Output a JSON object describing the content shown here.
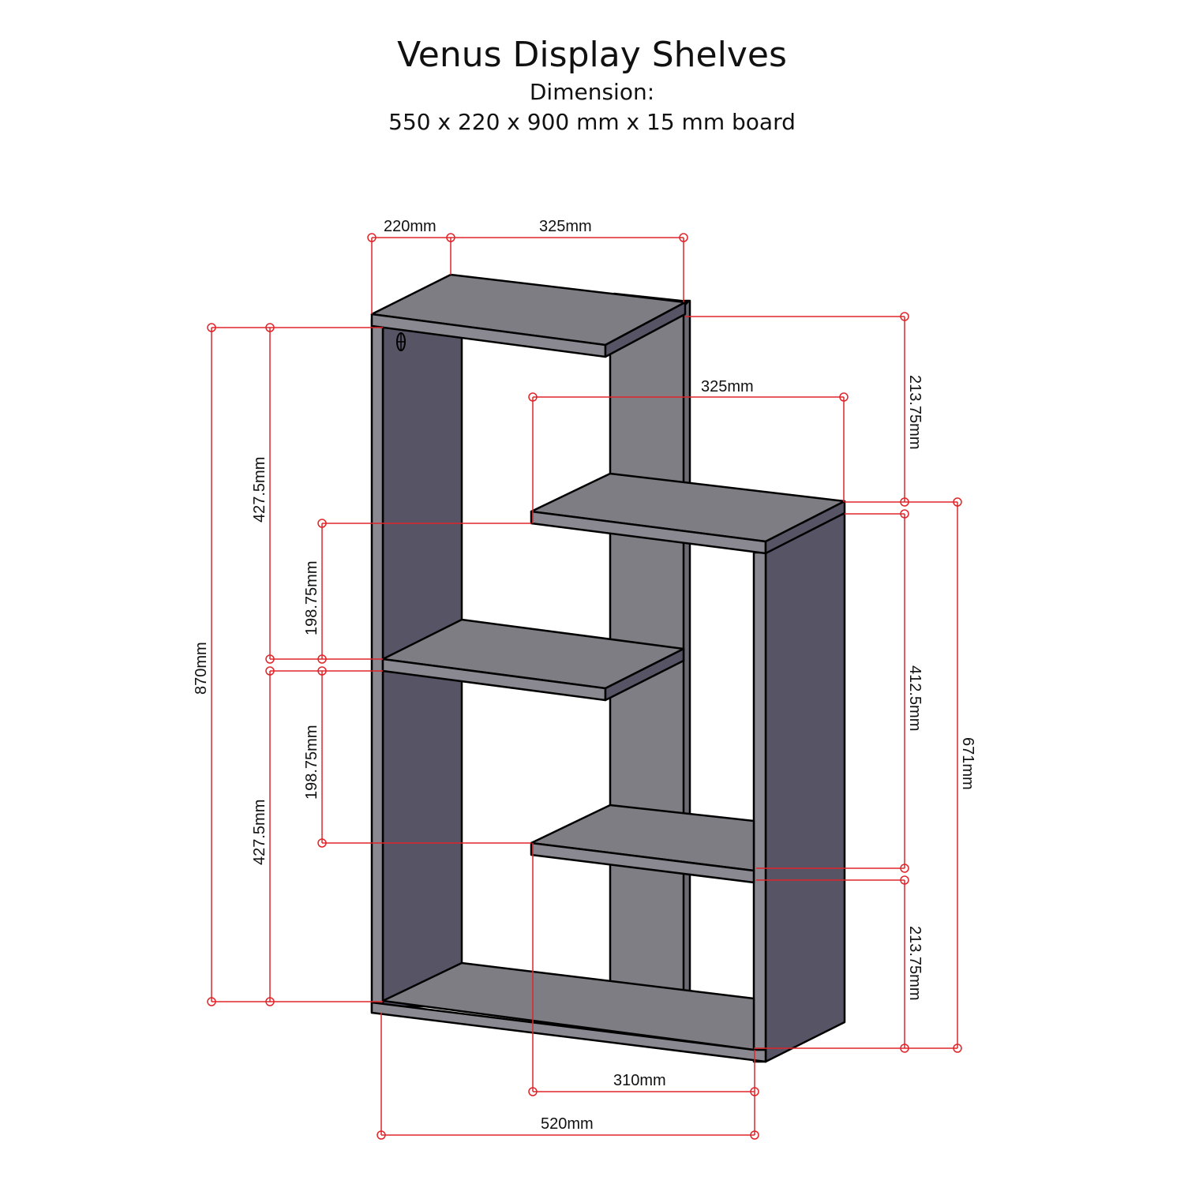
{
  "title": "Venus Display Shelves",
  "subtitle_label": "Dimension:",
  "subtitle_dims": "550 x 220 x 900 mm x 15 mm board",
  "colors": {
    "shelf_top": "#7f7d84",
    "edge": "#8a8890",
    "side_dark": "#575466",
    "dimension": "#e0252a"
  },
  "dimensions": {
    "top_depth": "220mm",
    "top_width": "325mm",
    "mid_shelf_width": "325mm",
    "top_right_height": "213.75mm",
    "total_height": "870mm",
    "upper_left_height": "427.5mm",
    "lower_left_height": "427.5mm",
    "upper_gap": "198.75mm",
    "lower_gap": "198.75mm",
    "right_mid_height": "412.5mm",
    "right_lower_height": "213.75mm",
    "right_total_height": "671mm",
    "lower_shelf_width": "310mm",
    "base_width": "520mm"
  }
}
